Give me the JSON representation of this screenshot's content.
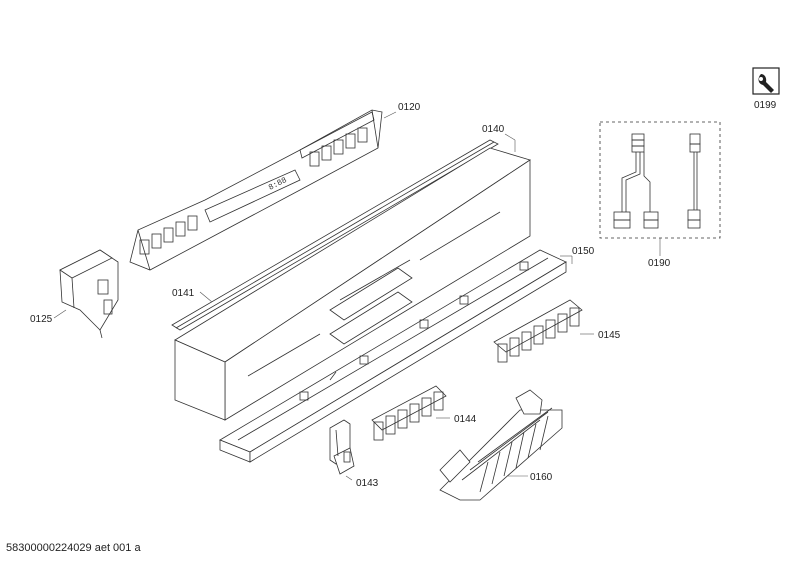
{
  "parts": {
    "p0120": "0120",
    "p0140": "0140",
    "p0141": "0141",
    "p0125": "0125",
    "p0150": "0150",
    "p0145": "0145",
    "p0144": "0144",
    "p0143": "0143",
    "p0160": "0160",
    "p0190": "0190",
    "p0199": "0199"
  },
  "display_text": "8:88",
  "footer": "58300000224029 aet 001 a",
  "icons": {
    "service": "wrench-service-icon"
  }
}
